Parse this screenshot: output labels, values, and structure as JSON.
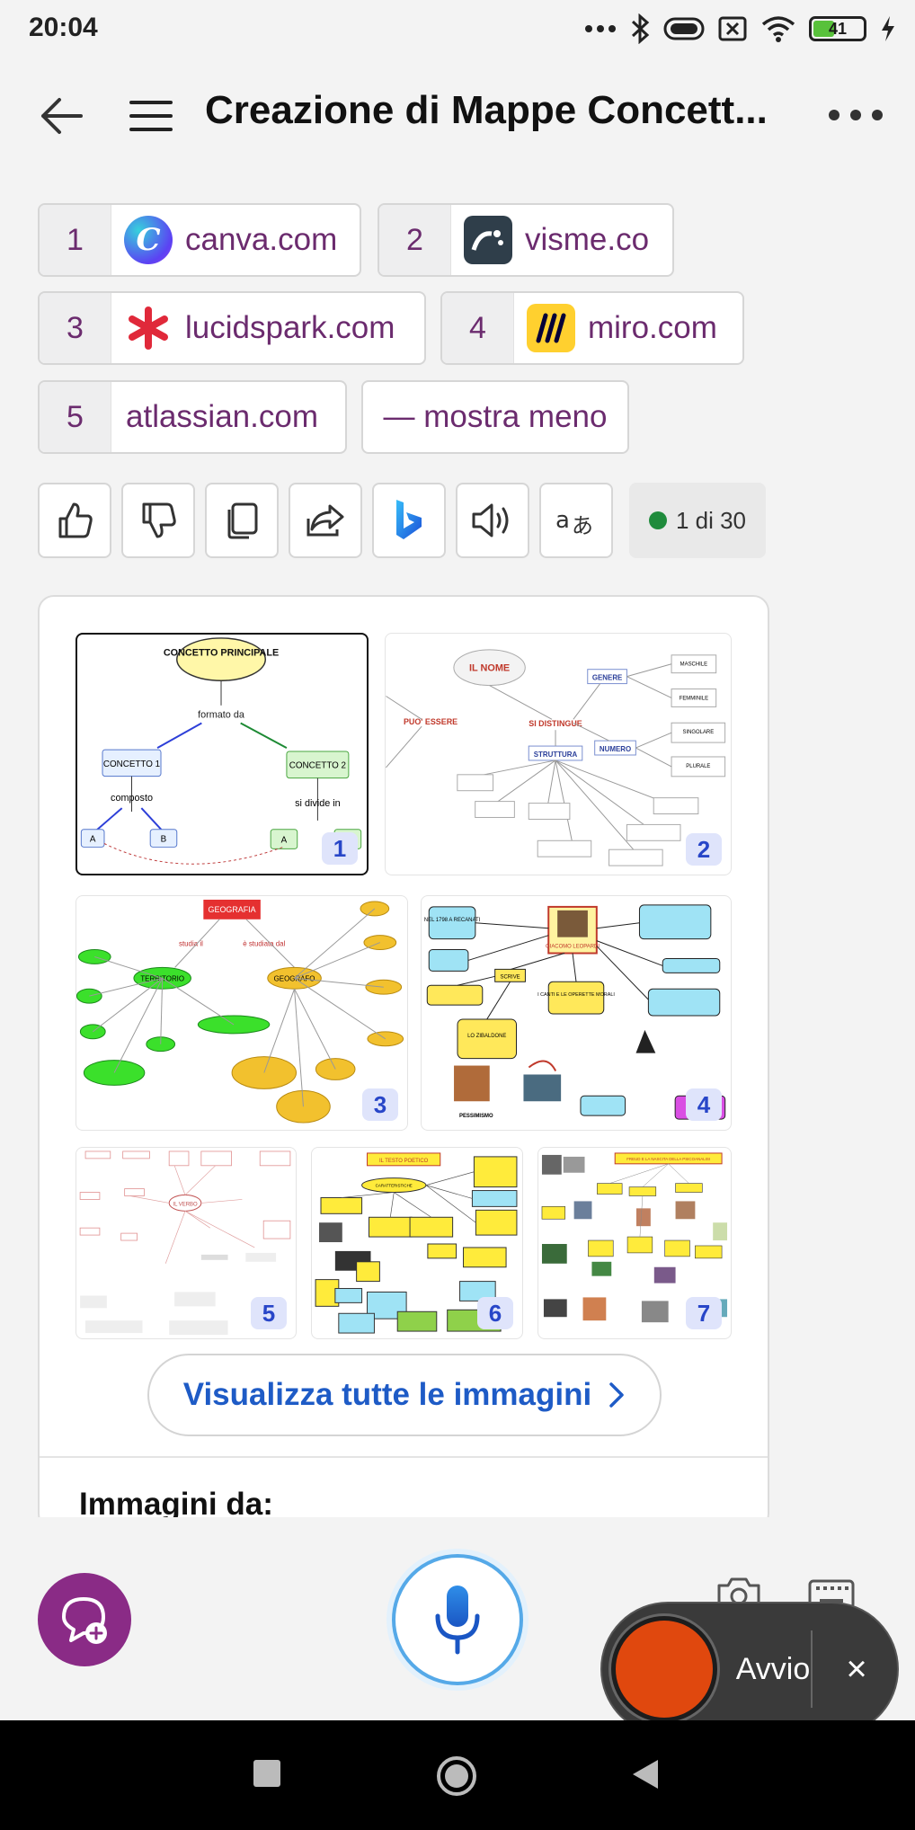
{
  "status": {
    "time": "20:04",
    "battery": "41"
  },
  "header": {
    "title": "Creazione di Mappe Concett..."
  },
  "sources": [
    {
      "num": "1",
      "domain": "canva.com",
      "logo": "canva-logo"
    },
    {
      "num": "2",
      "domain": "visme.co",
      "logo": "visme-logo"
    },
    {
      "num": "3",
      "domain": "lucidspark.com",
      "logo": "lucidspark-logo"
    },
    {
      "num": "4",
      "domain": "miro.com",
      "logo": "miro-logo"
    },
    {
      "num": "5",
      "domain": "atlassian.com"
    }
  ],
  "show_less": "— mostra meno",
  "actions": {
    "counter": "1 di 30"
  },
  "images": {
    "badges": [
      "1",
      "2",
      "3",
      "4",
      "5",
      "6",
      "7"
    ],
    "view_all": "Visualizza tutte le immagini",
    "images_from": "Immagini da:"
  },
  "thumb1": {
    "main": "CONCETTO PRINCIPALE",
    "formed": "formato da",
    "c1": "CONCETTO 1",
    "c2": "CONCETTO 2",
    "composed": "composto",
    "divides": "si divide in",
    "a": "A",
    "b": "B"
  },
  "thumb2": {
    "name": "IL NOME",
    "distinguish": "SI DISTINGUE",
    "can_be": "PUO' ESSERE",
    "gender": "GENERE",
    "number": "NUMERO",
    "structure": "STRUTTURA",
    "male": "MASCHILE",
    "female": "FEMMINILE",
    "singular": "SINGOLARE",
    "plural": "PLURALE"
  },
  "thumb3": {
    "geography": "GEOGRAFIA",
    "territory": "TERRITORIO",
    "geographer": "GEOGRAFO",
    "studies": "studia il",
    "studied": "è studiata dal"
  },
  "thumb4": {
    "poet": "GIACOMO LEOPARDI",
    "born": "NEL 1798 A RECANATI",
    "writes": "SCRIVE",
    "zibaldone": "LO ZIBALDONE",
    "songs": "I CANTI E LE OPERETTE MORALI",
    "pessimism": "PESSIMISMO"
  },
  "thumb5": {
    "verb": "IL VERBO"
  },
  "thumb6": {
    "title": "IL TESTO POETICO",
    "features": "CARATTERISTICHE"
  },
  "thumb7": {
    "title": "FREUD E LA NASCITA DELLA PSICOANALISI"
  },
  "recorder": {
    "label": "Avvio",
    "close": "×"
  },
  "colors": {
    "accent_purple": "#8a2b86",
    "link_blue": "#1e5bc6",
    "record_orange": "#e0480e"
  }
}
